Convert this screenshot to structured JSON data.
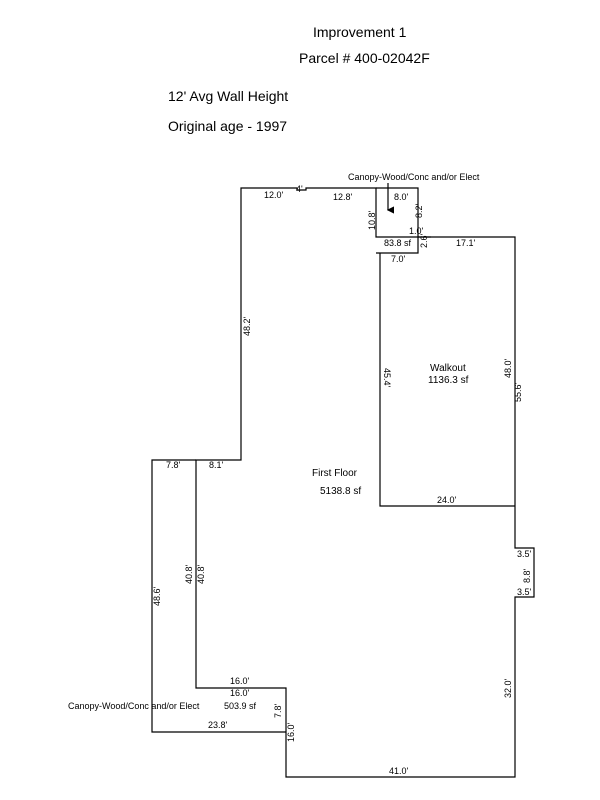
{
  "header": {
    "title": "Improvement 1",
    "parcel": "Parcel # 400-02042F",
    "wall_height": "12' Avg Wall Height",
    "original_age": "Original age - 1997"
  },
  "areas": {
    "canopy_top_label": "Canopy-Wood/Conc and/or Elect",
    "canopy_top_sf": "83.8 sf",
    "walkout_label": "Walkout",
    "walkout_sf": "1136.3 sf",
    "first_floor_label": "First Floor",
    "first_floor_sf": "5138.8 sf",
    "canopy_bottom_label": "Canopy-Wood/Conc and/or Elect",
    "canopy_bottom_sf": "503.9 sf"
  },
  "dimensions": {
    "d_12_0": "12.0'",
    "d_4": "4'",
    "d_12_8": "12.8'",
    "d_8_0": "8.0'",
    "d_8_2": "8.2'",
    "d_10_8": "10.8'",
    "d_1_0": "1.0'",
    "d_2_6": "2.6'",
    "d_7_0": "7.0'",
    "d_17_1": "17.1'",
    "d_48_2": "48.2'",
    "d_45_4": "45.4'",
    "d_48_0": "48.0'",
    "d_55_6": "55.6'",
    "d_24_0": "24.0'",
    "d_7_8_top": "7.8'",
    "d_8_1": "8.1'",
    "d_3_5_a": "3.5'",
    "d_8_8": "8.8'",
    "d_3_5_b": "3.5'",
    "d_48_6": "48.6'",
    "d_40_8_a": "40.8'",
    "d_40_8_b": "40.8'",
    "d_16_0_a": "16.0'",
    "d_16_0_b": "16.0'",
    "d_7_8_right": "7.8'",
    "d_23_8": "23.8'",
    "d_16_0_v": "16.0'",
    "d_32_0": "32.0'",
    "d_41_0": "41.0'"
  }
}
